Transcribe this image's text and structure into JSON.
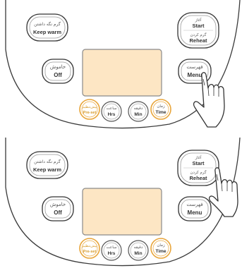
{
  "panels": [
    {
      "keep_warm": {
        "fa": "گرم نگه داشتن",
        "en": "Keep warm"
      },
      "start": {
        "fa": "آغاز",
        "en": "Start"
      },
      "reheat": {
        "fa": "گرم کردن",
        "en": "Reheat"
      },
      "off": {
        "fa": "خاموش",
        "en": "Off"
      },
      "menu": {
        "fa": "فهرست",
        "en": "Menu"
      },
      "preset": {
        "fa": "پیش‌تنظیم",
        "en": "Pre-set"
      },
      "hrs": {
        "fa": "ساعت",
        "en": "Hrs"
      },
      "min": {
        "fa": "دقیقه",
        "en": "Min"
      },
      "time": {
        "fa": "زمان",
        "en": "Time"
      },
      "pressed": "menu"
    },
    {
      "keep_warm": {
        "fa": "گرم نگه داشتن",
        "en": "Keep warm"
      },
      "start": {
        "fa": "آغاز",
        "en": "Start"
      },
      "reheat": {
        "fa": "گرم کردن",
        "en": "Reheat"
      },
      "off": {
        "fa": "خاموش",
        "en": "Off"
      },
      "menu": {
        "fa": "فهرست",
        "en": "Menu"
      },
      "preset": {
        "fa": "پیش‌تنظیم",
        "en": "Pre-set"
      },
      "hrs": {
        "fa": "ساعت",
        "en": "Hrs"
      },
      "min": {
        "fa": "دقیقه",
        "en": "Min"
      },
      "time": {
        "fa": "زمان",
        "en": "Time"
      },
      "pressed": "start-reheat"
    }
  ],
  "colors": {
    "outline": "#3a3a3a",
    "display_fill": "#fde6c4",
    "display_border": "#8a8a8a",
    "preset_ring": "#e8a53a",
    "time_ring": "#e8a53a",
    "button_fill": "#ffffff"
  }
}
